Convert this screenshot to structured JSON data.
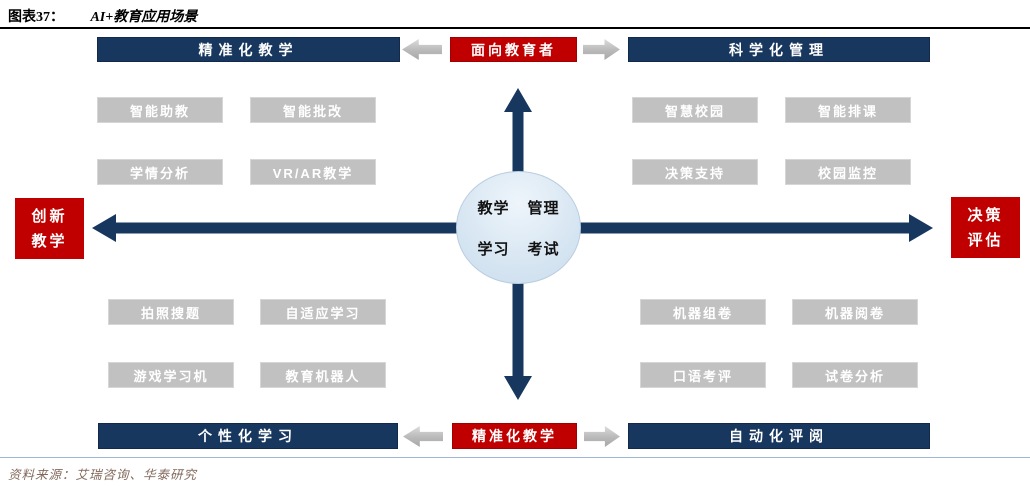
{
  "figure_header": {
    "label": "图表37：",
    "title": "AI+教育应用场景"
  },
  "top_row": {
    "left_bar": "精准化教学",
    "center_box": "面向教育者",
    "right_bar": "科学化管理"
  },
  "bottom_row": {
    "left_bar": "个性化学习",
    "center_box": "精准化教学",
    "right_bar": "自动化评阅"
  },
  "side_nodes": {
    "left": {
      "lines": [
        "创新",
        "教学"
      ]
    },
    "right": {
      "lines": [
        "决策",
        "评估"
      ]
    }
  },
  "center_circle": {
    "row1": [
      "教学",
      "管理"
    ],
    "row2": [
      "学习",
      "考试"
    ]
  },
  "quadrants": {
    "top_left": [
      "智能助教",
      "智能批改",
      "学情分析",
      "VR/AR教学"
    ],
    "top_right": [
      "智慧校园",
      "智能排课",
      "决策支持",
      "校园监控"
    ],
    "bottom_left": [
      "拍照搜题",
      "自适应学习",
      "游戏学习机",
      "教育机器人"
    ],
    "bottom_right": [
      "机器组卷",
      "机器阅卷",
      "口语考评",
      "试卷分析"
    ]
  },
  "source_note": "资料来源：艾瑞咨询、华泰研究",
  "colors": {
    "navy": "#17375E",
    "red": "#C00000",
    "box_gray": "#C1C1C1",
    "arrow_gray": "#BFBFBF",
    "circle_fill": "#D9E7F3",
    "source_text": "#83695C"
  }
}
